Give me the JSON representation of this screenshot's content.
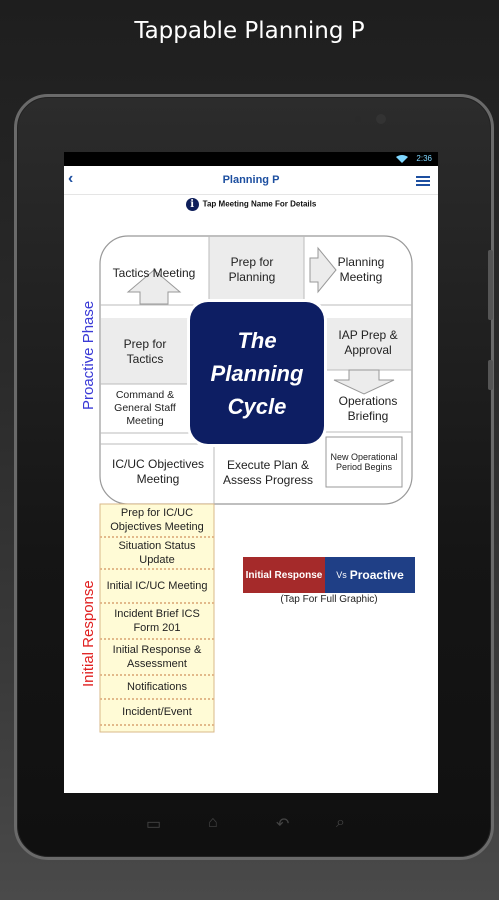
{
  "headline": "Tappable Planning P",
  "status": {
    "time": "2:36"
  },
  "appbar": {
    "title": "Planning P",
    "back": "‹",
    "list_icon": "list-icon"
  },
  "hint": {
    "text": "Tap Meeting Name For Details",
    "icon": "info-icon"
  },
  "side_labels": {
    "proactive": "Proactive Phase",
    "initial": "Initial Response"
  },
  "cycle": {
    "tactics_meeting": "Tactics Meeting",
    "prep_planning": "Prep for Planning",
    "planning_meeting": "Planning Meeting",
    "prep_tactics": "Prep for Tactics",
    "iap_prep": "IAP Prep & Approval",
    "command_general": "Command & General Staff Meeting",
    "operations_briefing": "Operations Briefing",
    "icuc_objectives": "IC/UC Objectives Meeting",
    "execute_plan": "Execute Plan & Assess Progress",
    "new_period": "New Operational Period Begins",
    "center": "The Planning Cycle"
  },
  "initial_response": [
    "Prep for IC/UC Objectives Meeting",
    "Situation Status Update",
    "Initial IC/UC Meeting",
    "Incident Brief ICS Form 201",
    "Initial Response & Assessment",
    "Notifications",
    "Incident/Event"
  ],
  "badge": {
    "left": "Initial Response",
    "vs": "Vs",
    "right": "Proactive",
    "caption": "(Tap For Full Graphic)"
  },
  "colors": {
    "proactive": "#3a3ad6",
    "initial": "#e02020",
    "center": "#0d1e63",
    "ir_fill": "#fffbd6",
    "arrow_fill": "#ececec"
  }
}
